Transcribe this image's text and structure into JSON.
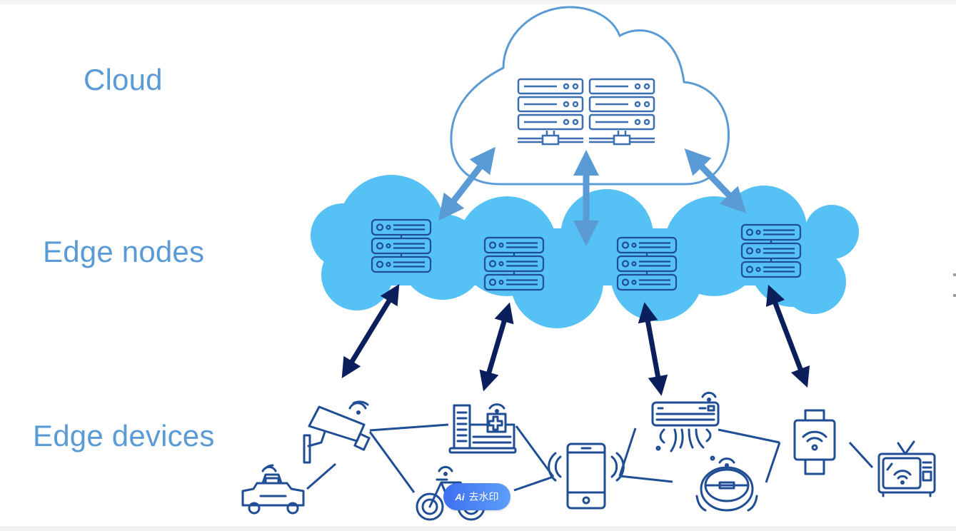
{
  "diagram": {
    "type": "edge-computing-architecture",
    "tiers": [
      {
        "id": "cloud",
        "label": "Cloud"
      },
      {
        "id": "edge-nodes",
        "label": "Edge nodes"
      },
      {
        "id": "edge-devices",
        "label": "Edge devices"
      }
    ],
    "cloud": {
      "icon": "server-rack-icon",
      "server_units": 6
    },
    "edge_nodes": [
      {
        "id": "node-1",
        "icon": "server-stack-icon"
      },
      {
        "id": "node-2",
        "icon": "server-stack-icon"
      },
      {
        "id": "node-3",
        "icon": "server-stack-icon"
      },
      {
        "id": "node-4",
        "icon": "server-stack-icon"
      }
    ],
    "edge_devices": [
      {
        "id": "taxi",
        "icon": "taxi-icon"
      },
      {
        "id": "camera",
        "icon": "security-camera-icon"
      },
      {
        "id": "bicycle",
        "icon": "bicycle-icon"
      },
      {
        "id": "hospital",
        "icon": "hospital-icon"
      },
      {
        "id": "smartphone",
        "icon": "smartphone-icon"
      },
      {
        "id": "air-conditioner",
        "icon": "air-conditioner-icon"
      },
      {
        "id": "robot-vacuum",
        "icon": "robot-vacuum-icon"
      },
      {
        "id": "smartwatch",
        "icon": "smartwatch-icon"
      },
      {
        "id": "smart-tv",
        "icon": "smart-tv-icon"
      }
    ],
    "cloud_links": [
      "node-1",
      "node-2/node-3",
      "node-4"
    ],
    "device_links": [
      {
        "node": "node-1",
        "device": "camera"
      },
      {
        "node": "node-2",
        "device": "hospital"
      },
      {
        "node": "node-3",
        "device": "air-conditioner"
      },
      {
        "node": "node-4",
        "device": "smartwatch"
      }
    ],
    "colors": {
      "label": "#5b9bd5",
      "cloud_outline": "#5b9bd5",
      "edge_cloud_fill": "#55c1f5",
      "cloud_arrow": "#5b9bd5",
      "device_arrow": "#0a1f5c",
      "icon_stroke": "#1f4e95"
    }
  },
  "watermark_button": {
    "badge": "Ai",
    "label": "去水印"
  }
}
